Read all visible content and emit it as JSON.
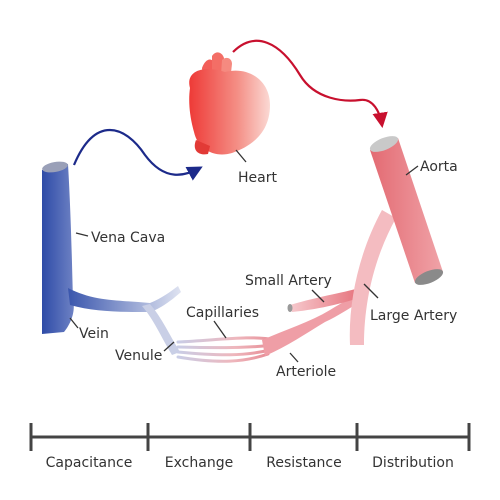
{
  "labels": {
    "heart": "Heart",
    "aorta": "Aorta",
    "vena_cava": "Vena Cava",
    "vein": "Vein",
    "venule": "Venule",
    "capillaries": "Capillaries",
    "arteriole": "Arteriole",
    "small_artery": "Small Artery",
    "large_artery": "Large Artery"
  },
  "scale": {
    "segments": [
      "Capacitance",
      "Exchange",
      "Resistance",
      "Distribution"
    ]
  },
  "colors": {
    "venous": "#2e4ba7",
    "arterial": "#e0393f",
    "arrow_blue": "#1c2a8a",
    "arrow_red": "#c8102e",
    "scale_line": "#444444"
  }
}
